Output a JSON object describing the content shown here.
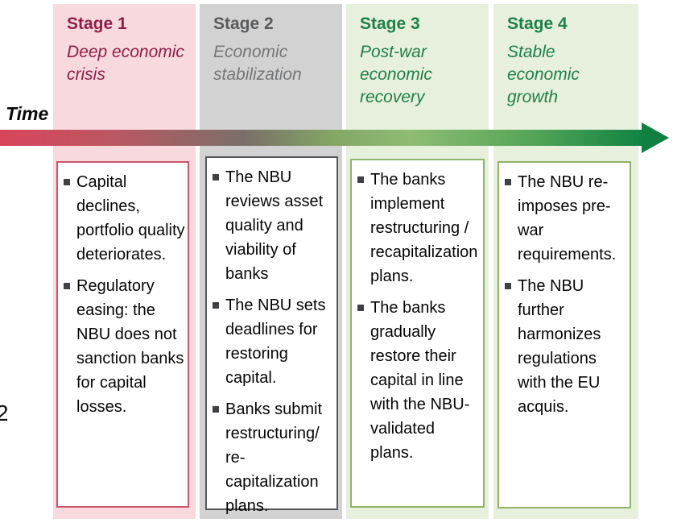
{
  "time_label": "Time",
  "page_number": "2",
  "stages": [
    {
      "title": "Stage 1",
      "subtitle": "Deep economic crisis",
      "accent_color": "#8e1e49",
      "column_bg": "#f8d9de",
      "box_border": "#c9566b",
      "bullets": [
        "Capital declines, portfolio quality deteriorates.",
        "Regulatory easing: the NBU does not sanction banks for capital losses."
      ]
    },
    {
      "title": "Stage 2",
      "subtitle": "Economic stabilization",
      "accent_color": "#595a5c",
      "column_bg": "#d3d2d2",
      "box_border": "#56575b",
      "bullets": [
        "The NBU reviews asset quality and viability of banks",
        "The NBU sets deadlines for restoring capital.",
        "Banks submit restructuring/ re-capitalization plans."
      ]
    },
    {
      "title": "Stage 3",
      "subtitle": "Post-war economic recovery",
      "accent_color": "#1e8148",
      "column_bg": "#e7efdd",
      "box_border": "#90b368",
      "bullets": [
        "The banks implement restructuring / recapitalization plans.",
        "The banks gradually restore their capital in line with the NBU-validated plans."
      ]
    },
    {
      "title": "Stage 4",
      "subtitle": "Stable economic growth",
      "accent_color": "#1e8148",
      "column_bg": "#e7efdd",
      "box_border": "#90b368",
      "bullets": [
        "The NBU re-imposes pre-war requirements.",
        "The NBU further harmonizes regulations with the EU acquis."
      ]
    }
  ],
  "arrow": {
    "direction": "left-to-right",
    "gradient_stops": [
      "#d7455a",
      "#bd5763",
      "#7a6f68",
      "#84a766",
      "#8ebd72",
      "#55a457",
      "#108443"
    ],
    "head_color": "#0f8040"
  }
}
